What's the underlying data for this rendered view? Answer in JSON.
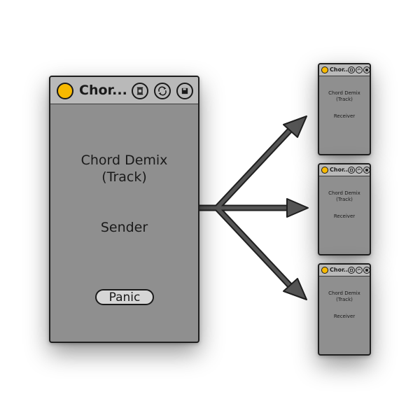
{
  "sender": {
    "title": "Chor...",
    "name_line1": "Chord Demix",
    "name_line2": "(Track)",
    "role": "Sender",
    "panic_label": "Panic",
    "power_color": "#f7b900"
  },
  "receivers": [
    {
      "title": "Chor...",
      "name_line1": "Chord Demix",
      "name_line2": "(Track)",
      "role": "Receiver"
    },
    {
      "title": "Chor...",
      "name_line1": "Chord Demix",
      "name_line2": "(Track)",
      "role": "Receiver"
    },
    {
      "title": "Chor...",
      "name_line1": "Chord Demix",
      "name_line2": "(Track)",
      "role": "Receiver"
    }
  ],
  "icons": [
    "power-icon",
    "size-toggle-icon",
    "sync-icon",
    "save-icon"
  ],
  "colors": {
    "device_body": "#8f8f8f",
    "titlebar": "#b9b9b9",
    "arrow": "#4a4a4a"
  }
}
